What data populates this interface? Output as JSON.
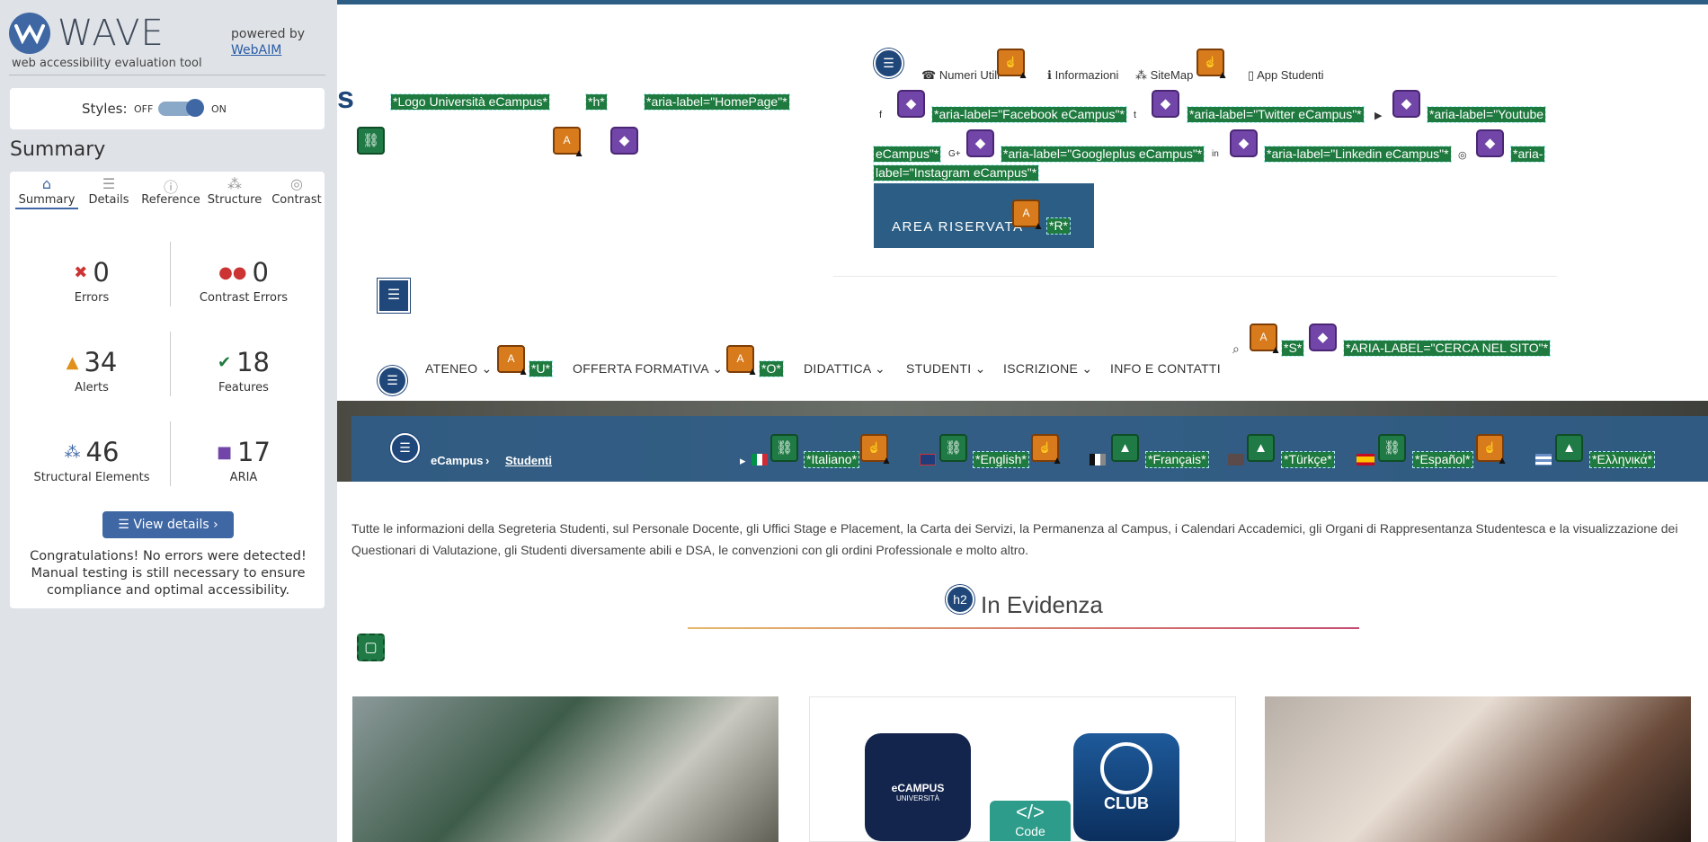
{
  "wave": {
    "title": "WAVE",
    "tagline": "web accessibility evaluation tool",
    "powered_by": "powered by",
    "webaim": "WebAIM",
    "styles_label": "Styles:",
    "styles_off": "OFF",
    "styles_on": "ON",
    "summary_title": "Summary",
    "tabs": [
      "Summary",
      "Details",
      "Reference",
      "Structure",
      "Contrast"
    ],
    "metrics": {
      "errors": {
        "value": "0",
        "label": "Errors"
      },
      "contrast": {
        "value": "0",
        "label": "Contrast Errors"
      },
      "alerts": {
        "value": "34",
        "label": "Alerts"
      },
      "features": {
        "value": "18",
        "label": "Features"
      },
      "structural": {
        "value": "46",
        "label": "Structural Elements"
      },
      "aria": {
        "value": "17",
        "label": "ARIA"
      }
    },
    "view_details": "View details ›",
    "congrats": "Congratulations! No errors were detected! Manual testing is still necessary to ensure compliance and optimal accessibility."
  },
  "page": {
    "header_tags": {
      "logo": "*Logo Università eCampus*",
      "h": "*h*",
      "home": "*aria-label=\"HomePage\"*",
      "facebook": "*aria-label=\"Facebook eCampus\"*",
      "twitter": "*aria-label=\"Twitter eCampus\"*",
      "youtube_a": "*aria-label=\"Youtube",
      "youtube_b": "eCampus\"*",
      "googleplus": "*aria-label=\"Googleplus eCampus\"*",
      "linkedin": "*aria-label=\"Linkedin eCampus\"*",
      "instagram_a": "*aria-",
      "instagram_b": "label=\"Instagram eCampus\"*",
      "r": "*R*",
      "u": "*U*",
      "o": "*O*",
      "s": "*S*",
      "search": "*ARIA-LABEL=\"CERCA NEL SITO\"*"
    },
    "top_links": [
      "Numeri Utili",
      "Informazioni",
      "SiteMap",
      "App Studenti"
    ],
    "area_riservata": "AREA RISERVATA",
    "menu": [
      "ATENEO",
      "OFFERTA FORMATIVA",
      "DIDATTICA",
      "STUDENTI",
      "ISCRIZIONE",
      "INFO E CONTATTI"
    ],
    "breadcrumb": [
      "eCampus",
      "Studenti"
    ],
    "languages": [
      "*Italiano*",
      "*English*",
      "*Français*",
      "*Türkçe*",
      "*Español*",
      "*Ελληνικά*"
    ],
    "intro": "Tutte le informazioni della Segreteria Studenti, sul Personale Docente, gli Uffici Stage e Placement, la Carta dei Servizi, la Permanenza al Campus, i Calendari Accademici, gli Organi di Rappresentanza Studentesca e la visualizzazione dei Questionari di Valutazione, gli Studenti diversamente abili e DSA, le convenzioni con gli ordini Professionale e molto altro.",
    "h2_badge": "h2",
    "section_title": "In Evidenza",
    "card2": {
      "app1": "eCAMPUS",
      "app1_sub": "UNIVERSITÀ",
      "code": "Code",
      "app2": "CLUB"
    }
  },
  "colors": {
    "wave_blue": "#3e67a4",
    "feature_green": "#1e7a3e",
    "alert_orange": "#d87b1c",
    "aria_purple": "#7246a8",
    "brand_blue": "#2c5e85"
  }
}
